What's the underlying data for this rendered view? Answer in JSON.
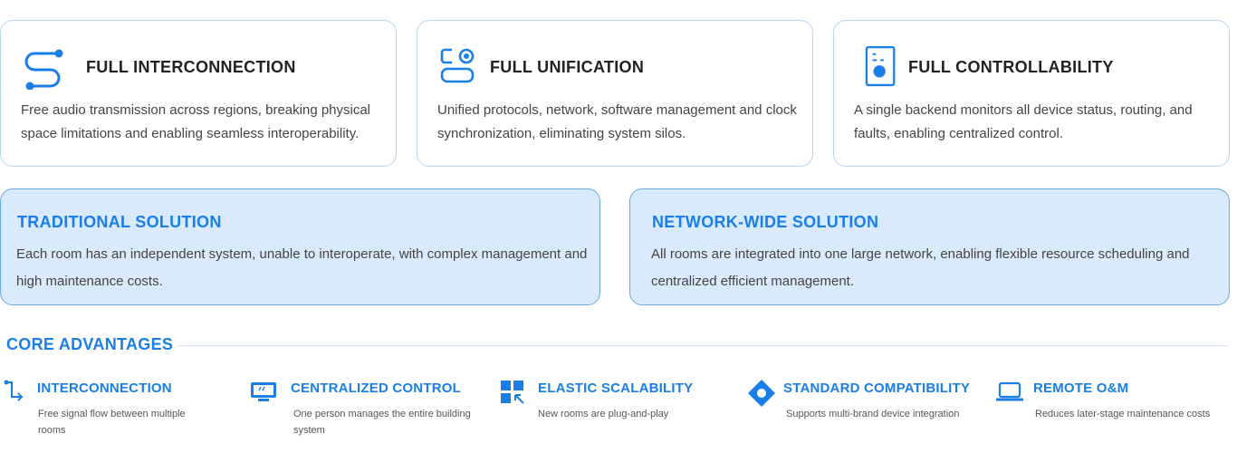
{
  "cards": [
    {
      "title": "FULL INTERCONNECTION",
      "icon": "route-icon",
      "desc": "Free audio transmission across regions, breaking physical space limitations and enabling seamless interoperability."
    },
    {
      "title": "FULL UNIFICATION",
      "icon": "toggle-stack-icon",
      "desc": "Unified protocols, network, software management and clock synchronization, eliminating system silos."
    },
    {
      "title": "FULL CONTROLLABILITY",
      "icon": "control-panel-icon",
      "desc": "A single backend monitors all device status, routing, and faults, enabling centralized control."
    }
  ],
  "solutions": [
    {
      "title": "TRADITIONAL SOLUTION",
      "desc": "Each room has an independent system, unable to interoperate, with complex management and high maintenance costs."
    },
    {
      "title": "NETWORK-WIDE SOLUTION",
      "desc": "All rooms are integrated into one large network, enabling flexible resource scheduling and centralized efficient management."
    }
  ],
  "core": {
    "title": "CORE ADVANTAGES",
    "items": [
      {
        "title": "INTERCONNECTION",
        "icon": "connection-arrow-icon",
        "desc": "Free signal flow between multiple rooms"
      },
      {
        "title": "CENTRALIZED CONTROL",
        "icon": "monitor-icon",
        "desc": "One person manages the entire building system"
      },
      {
        "title": "ELASTIC SCALABILITY",
        "icon": "grid-expand-icon",
        "desc": "New rooms are plug-and-play"
      },
      {
        "title": "STANDARD COMPATIBILITY",
        "icon": "diamond-icon",
        "desc": "Supports multi-brand device integration"
      },
      {
        "title": "REMOTE O&M",
        "icon": "laptop-icon",
        "desc": "Reduces later-stage maintenance costs"
      }
    ]
  },
  "colors": {
    "accent": "#1a7ee8",
    "card_border": "#b6d4f2",
    "solution_bg": "#d9eafc",
    "solution_border": "#6aa7e6"
  }
}
